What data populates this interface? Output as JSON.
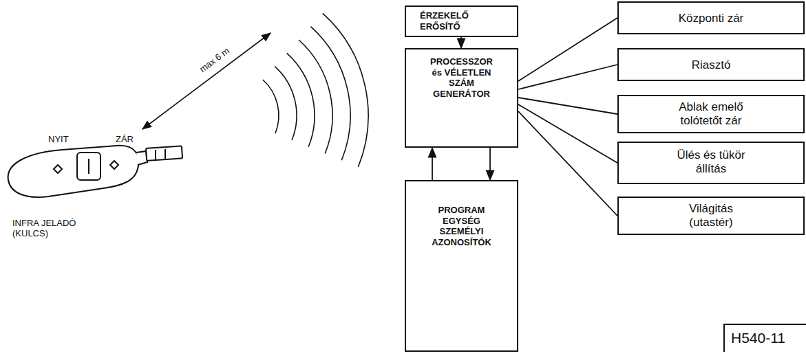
{
  "diagram": {
    "nodes": [
      {
        "text": [
          "ÉRZEKELŐ ERŐSÍTŐ"
        ]
      },
      {
        "text": [
          "PROCESSZOR és VÉLETLEN SZÁM GENERÁTOR"
        ]
      },
      {
        "text": [
          "PROGRAM EGYSÉG SZEMÉLYI AZONOSÍTÓK"
        ]
      },
      {
        "text": [
          "Központi zár"
        ]
      },
      {
        "text": [
          "Riasztó"
        ]
      },
      {
        "text": [
          "Ablak emelő tolótetőt zár"
        ]
      },
      {
        "text": [
          "Ülés és tükör állítás"
        ]
      },
      {
        "text": [
          "Világitás (utastér)"
        ]
      }
    ],
    "edges": [
      {
        "from": 0,
        "to": 1,
        "arrow": "to"
      },
      {
        "from": 1,
        "to": 2,
        "arrow": "to"
      },
      {
        "from": 2,
        "to": 1,
        "arrow": "to"
      },
      {
        "from": 1,
        "to": 3,
        "arrow": "none"
      },
      {
        "from": 1,
        "to": 4,
        "arrow": "none"
      },
      {
        "from": 1,
        "to": 5,
        "arrow": "none"
      },
      {
        "from": 1,
        "to": 6,
        "arrow": "none"
      },
      {
        "from": 1,
        "to": 7,
        "arrow": "none"
      }
    ],
    "labels": [
      "NYIT",
      "ZÁR",
      "INFRA JELADÓ (KULCS)",
      "max 6 m",
      "H540-11"
    ]
  }
}
